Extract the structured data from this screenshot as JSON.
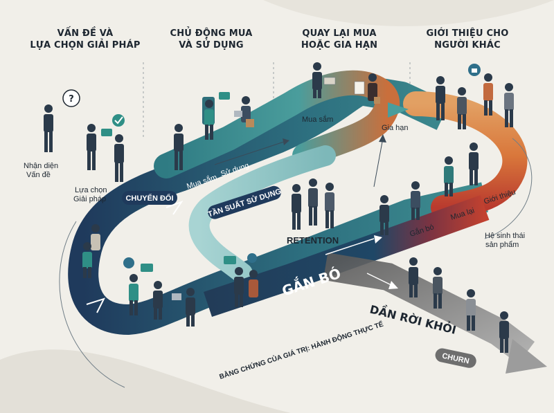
{
  "stages": [
    {
      "line1": "VẤN ĐỀ VÀ",
      "line2": "LỰA CHỌN GIẢI PHÁP"
    },
    {
      "line1": "CHỦ ĐỘNG MUA",
      "line2": "VÀ SỬ DỤNG"
    },
    {
      "line1": "QUAY LẠI MUA",
      "line2": "HOẶC GIA HẠN"
    },
    {
      "line1": "GIỚI THIỆU CHO",
      "line2": "NGƯỜI KHÁC"
    }
  ],
  "labels": {
    "nhan_dien_1": "Nhận diện",
    "nhan_dien_2": "Vấn đề",
    "lua_chon_1": "Lựa chọn",
    "lua_chon_2": "Giải pháp",
    "chuyen_doi": "CHUYỂN ĐỔI",
    "mua_sam_1": "Mua sắm",
    "su_dung": "Sử dụng",
    "mua_sam_2": "Mua sắm",
    "gia_han": "Gia hạn",
    "tan_suat": "TẦN SUẤT SỬ DỤNG",
    "retention": "RETENTION",
    "gan_bo_big": "GẮN BÓ",
    "gan_bo_small": "Gắn bó",
    "mua_lai": "Mua lại",
    "gioi_thieu": "Giới thiệu",
    "he_sinh_thai_1": "Hệ sinh thái",
    "he_sinh_thai_2": "sản phẩm",
    "dan_roi_khoi": "DẦN RỜI KHỎI",
    "churn": "CHURN",
    "bang_chung": "BẰNG CHỨNG CỦA GIÁ TRỊ: HÀNH ĐỘNG THỰC TẾ"
  },
  "icons": [
    "question-icon",
    "chat-icon",
    "check-icon",
    "thumbs-up-icon",
    "heart-icon"
  ],
  "colors": {
    "background": "#f1efe9",
    "path_dark": "#1f3a5c",
    "path_teal": "#3f8f91",
    "path_light": "#9fcfce",
    "path_orange": "#d9773b",
    "path_red": "#b93a2e",
    "churn_gray": "#8a8a8a",
    "text_dark": "#1d2630"
  }
}
